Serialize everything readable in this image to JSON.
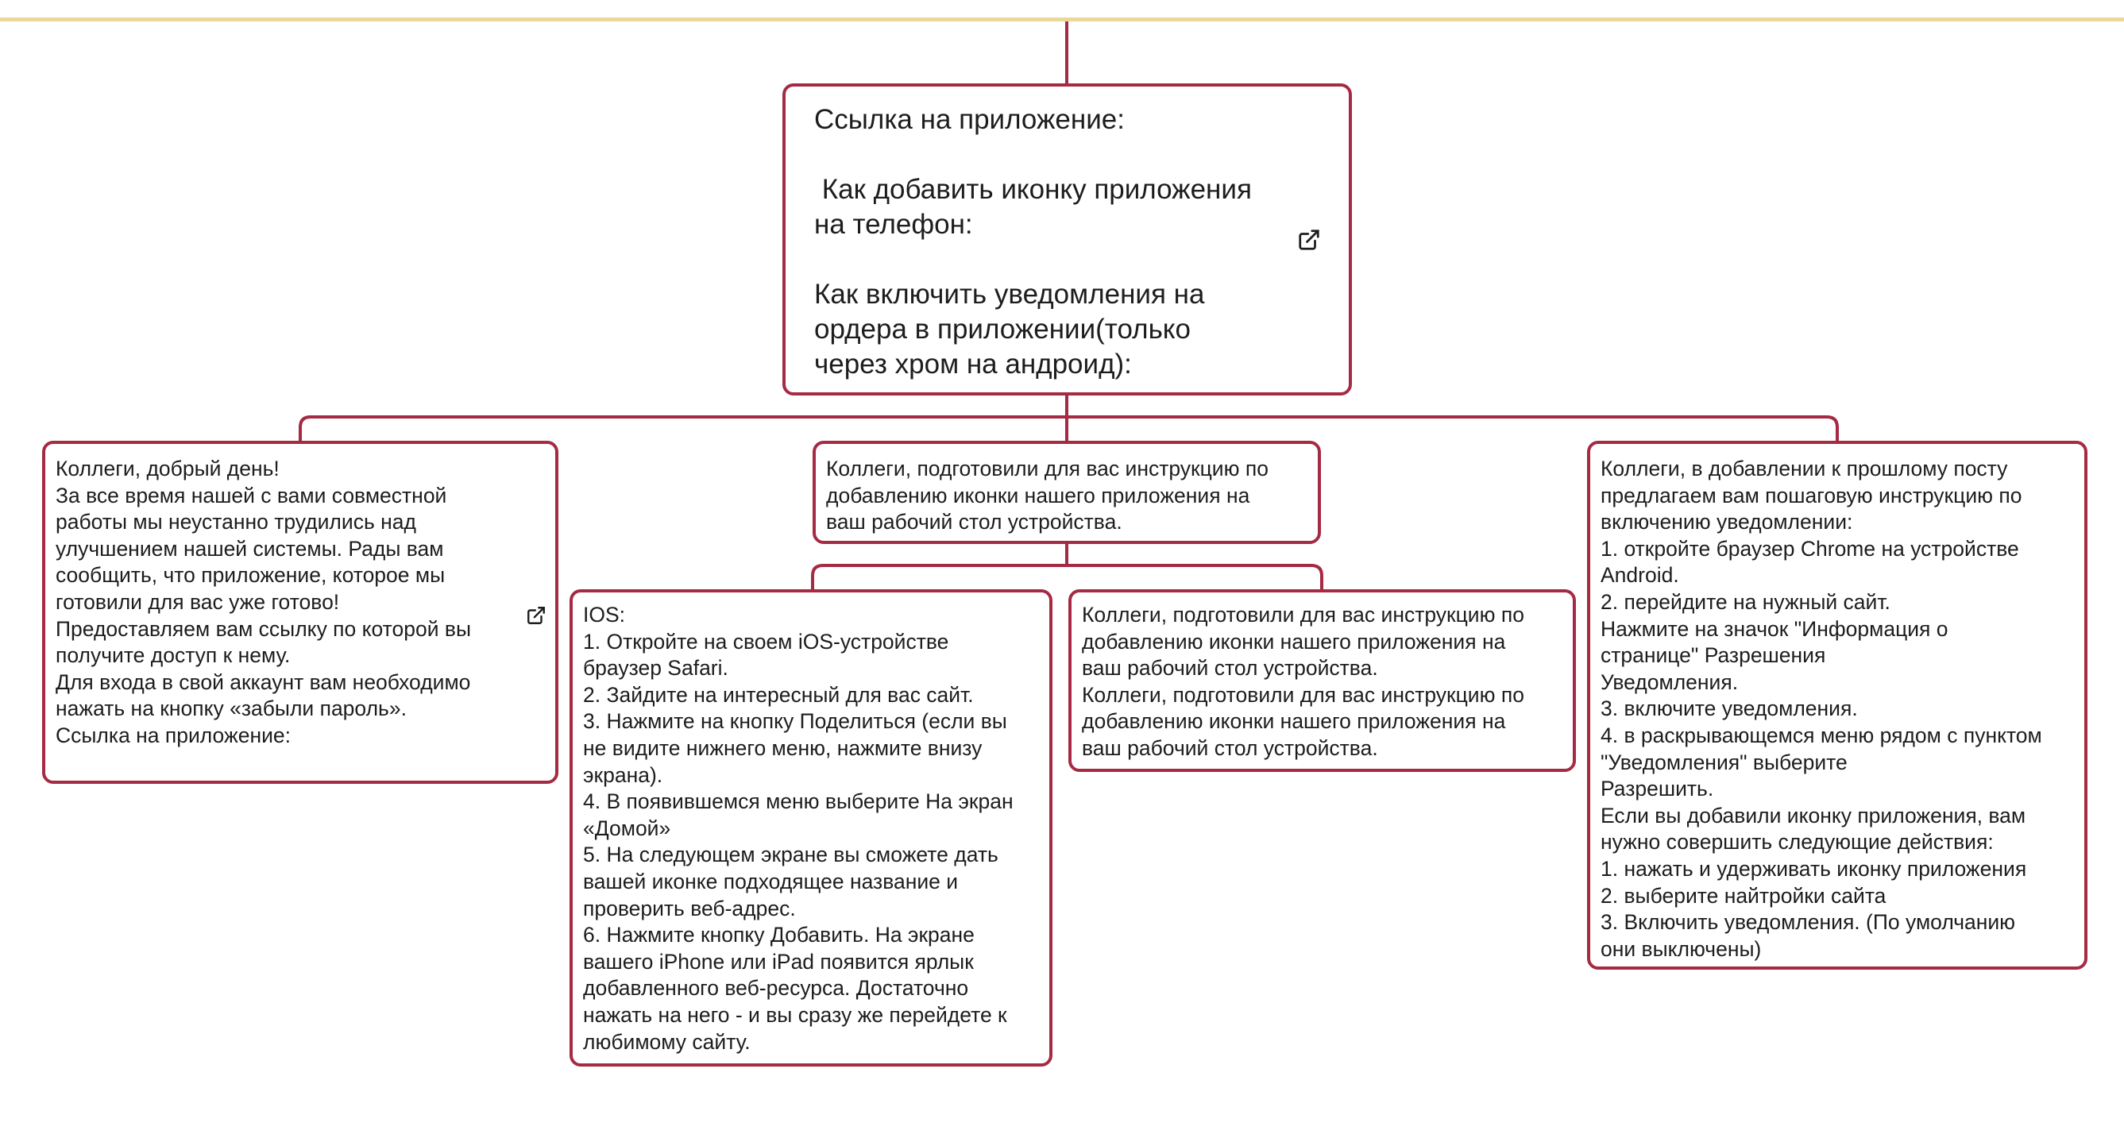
{
  "colors": {
    "border": "#a52a44",
    "connector": "#a52a44",
    "top_band": "#ecd79a",
    "text": "#1d1d1d"
  },
  "root": {
    "lines": [
      "Ссылка на приложение:",
      "",
      " Как добавить иконку приложения",
      "на телефон:",
      "",
      "Как включить уведомления на",
      "ордера в приложении(только",
      "через хром на андроид):"
    ],
    "icon": "external-link-icon"
  },
  "nodes": {
    "welcome": {
      "lines": [
        "Коллеги, добрый день!",
        "За все время нашей с вами совместной",
        "работы мы неустанно трудились над",
        "улучшением нашей системы. Рады вам",
        "сообщить, что приложение, которое мы",
        "готовили для вас уже готово!",
        "Предоставляем вам ссылку по которой вы",
        "получите доступ к нему.",
        "Для входа в свой аккаунт вам необходимо",
        "нажать на кнопку «забыли пароль».",
        "Ссылка на приложение:"
      ],
      "icon": "external-link-icon"
    },
    "icon_guide": {
      "lines": [
        "Коллеги, подготовили для вас инструкцию по",
        "добавлению иконки нашего приложения на",
        "ваш рабочий стол устройства."
      ]
    },
    "ios": {
      "lines": [
        "IOS:",
        "1. Откройте на своем iOS-устройстве",
        "браузер Safari.",
        "2. Зайдите на интересный для вас сайт.",
        "3. Нажмите на кнопку Поделиться (если вы",
        "не видите нижнего меню, нажмите внизу",
        "экрана).",
        "4. В появившемся меню выберите На экран",
        "«Домой»",
        "5. На следующем экране вы сможете дать",
        "вашей иконке подходящее название и",
        "проверить веб-адрес.",
        "6. Нажмите кнопку Добавить. На экране",
        "вашего iPhone или iPad появится ярлык",
        "добавленного веб-ресурса. Достаточно",
        "нажать на него - и вы сразу же перейдете к",
        "любимому сайту."
      ]
    },
    "android": {
      "lines": [
        "Коллеги, подготовили для вас инструкцию по",
        "добавлению иконки нашего приложения на",
        "ваш рабочий стол устройства.",
        "Коллеги, подготовили для вас инструкцию по",
        "добавлению иконки нашего приложения на",
        "ваш рабочий стол устройства."
      ]
    },
    "notifications": {
      "lines": [
        "Коллеги, в добавлении к прошлому посту",
        "предлагаем вам пошаговую инструкцию по",
        "включению уведомлении:",
        "1. откройте браузер Chrome на устройстве",
        "Android.",
        "2. перейдите на нужный сайт.",
        "Нажмите на значок \"Информация о",
        "странице\" Разрешения",
        "Уведомления.",
        "3. включите уведомления.",
        "4. в раскрывающемся меню рядом с пунктом",
        "\"Уведомления\" выберите",
        "Разрешить.",
        "Если вы добавили иконку приложения, вам",
        "нужно совершить следующие действия:",
        "1. нажать и удерживать иконку приложения",
        "2. выберите найтройки сайта",
        "3. Включить уведомления. (По умолчанию",
        "они выключены)"
      ]
    }
  }
}
